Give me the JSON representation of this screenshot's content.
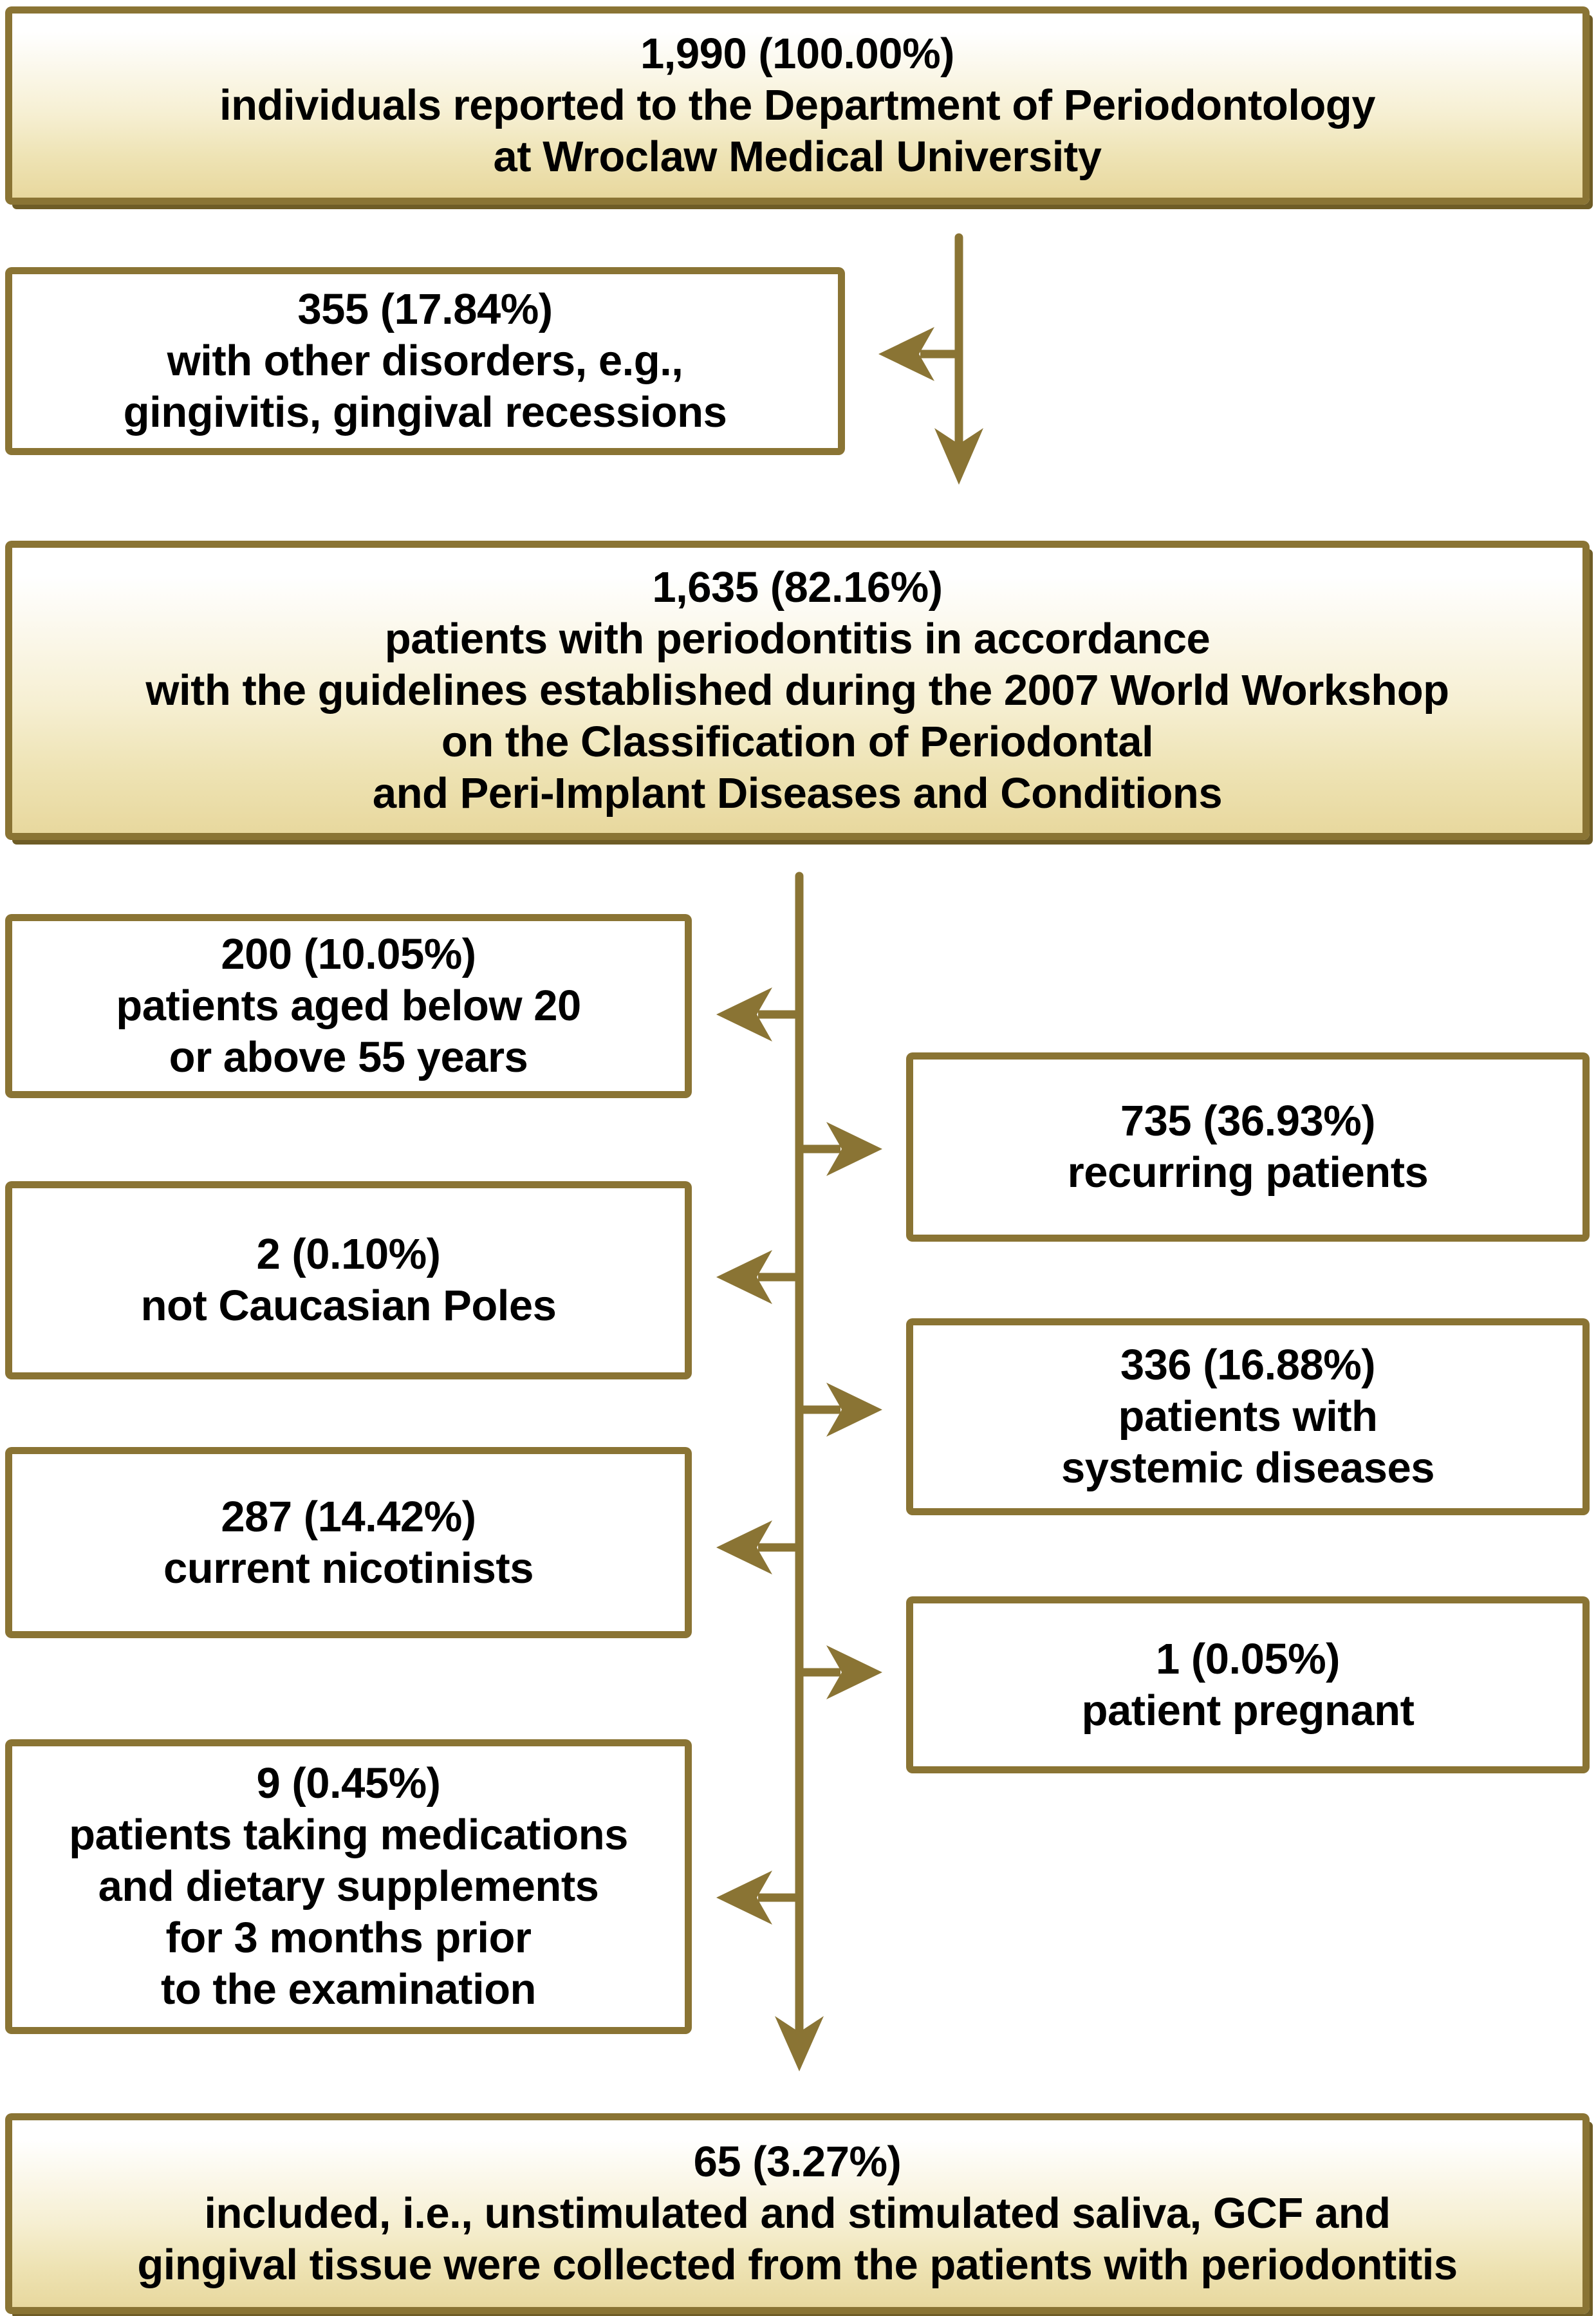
{
  "colors": {
    "accent": "#8a7434",
    "shadow": "#6e5c26",
    "gradient_top": "#ffffff",
    "gradient_bottom": "#e8d89e",
    "text": "#000000",
    "background": "#ffffff",
    "white_box_fill": "#ffffff"
  },
  "boxes": {
    "total": {
      "lines": [
        "1,990 (100.00%)",
        "individuals reported to the Department of Periodontology",
        "at Wroclaw Medical University"
      ]
    },
    "other_disorders": {
      "lines": [
        "355 (17.84%)",
        "with other disorders, e.g.,",
        "gingivitis, gingival recessions"
      ]
    },
    "periodontitis": {
      "lines": [
        "1,635 (82.16%)",
        "patients with periodontitis in accordance",
        "with the guidelines established during the 2007 World Workshop",
        "on the Classification of Periodontal",
        "and Peri-Implant Diseases and Conditions"
      ]
    },
    "age": {
      "lines": [
        "200 (10.05%)",
        "patients aged below 20",
        "or above 55 years"
      ]
    },
    "recurring": {
      "lines": [
        "735 (36.93%)",
        "recurring patients"
      ]
    },
    "not_caucasian": {
      "lines": [
        "2 (0.10%)",
        "not Caucasian Poles"
      ]
    },
    "systemic": {
      "lines": [
        "336 (16.88%)",
        "patients with",
        "systemic diseases"
      ]
    },
    "nicotinists": {
      "lines": [
        "287 (14.42%)",
        "current nicotinists"
      ]
    },
    "pregnant": {
      "lines": [
        "1 (0.05%)",
        "patient pregnant"
      ]
    },
    "medications": {
      "lines": [
        "9 (0.45%)",
        "patients taking medications",
        "and dietary supplements",
        "for 3 months prior",
        "to the examination"
      ]
    },
    "included": {
      "lines": [
        "65 (3.27%)",
        "included, i.e., unstimulated and stimulated saliva, GCF and",
        "gingival tissue were collected from the patients with periodontitis"
      ]
    }
  }
}
